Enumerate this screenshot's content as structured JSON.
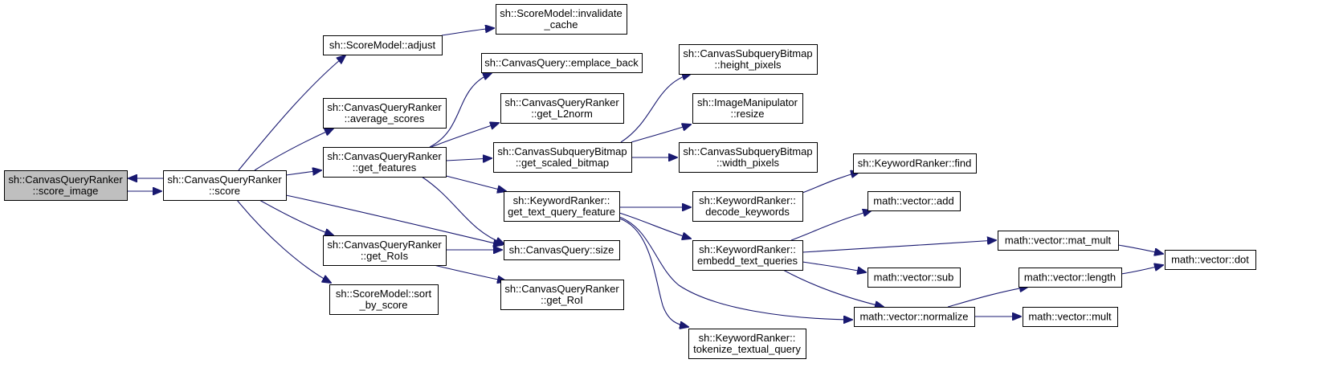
{
  "diagram": {
    "nodes": [
      {
        "id": "score_image",
        "lines": [
          "sh::CanvasQueryRanker",
          "::score_image"
        ],
        "highlighted": true
      },
      {
        "id": "score",
        "lines": [
          "sh::CanvasQueryRanker",
          "::score"
        ]
      },
      {
        "id": "adjust",
        "lines": [
          "sh::ScoreModel::adjust"
        ]
      },
      {
        "id": "invalidate_cache",
        "lines": [
          "sh::ScoreModel::invalidate",
          "_cache"
        ]
      },
      {
        "id": "average_scores",
        "lines": [
          "sh::CanvasQueryRanker",
          "::average_scores"
        ]
      },
      {
        "id": "get_features",
        "lines": [
          "sh::CanvasQueryRanker",
          "::get_features"
        ]
      },
      {
        "id": "emplace_back",
        "lines": [
          "sh::CanvasQuery::emplace_back"
        ]
      },
      {
        "id": "get_L2norm",
        "lines": [
          "sh::CanvasQueryRanker",
          "::get_L2norm"
        ]
      },
      {
        "id": "get_scaled_bitmap",
        "lines": [
          "sh::CanvasSubqueryBitmap",
          "::get_scaled_bitmap"
        ]
      },
      {
        "id": "height_pixels",
        "lines": [
          "sh::CanvasSubqueryBitmap",
          "::height_pixels"
        ]
      },
      {
        "id": "resize",
        "lines": [
          "sh::ImageManipulator",
          "::resize"
        ]
      },
      {
        "id": "width_pixels",
        "lines": [
          "sh::CanvasSubqueryBitmap",
          "::width_pixels"
        ]
      },
      {
        "id": "get_text_query_feature",
        "lines": [
          "sh::KeywordRanker::",
          "get_text_query_feature"
        ]
      },
      {
        "id": "decode_keywords",
        "lines": [
          "sh::KeywordRanker::",
          "decode_keywords"
        ]
      },
      {
        "id": "find",
        "lines": [
          "sh::KeywordRanker::find"
        ]
      },
      {
        "id": "embedd_text_queries",
        "lines": [
          "sh::KeywordRanker::",
          "embedd_text_queries"
        ]
      },
      {
        "id": "vec_add",
        "lines": [
          "math::vector::add"
        ]
      },
      {
        "id": "mat_mult",
        "lines": [
          "math::vector::mat_mult"
        ]
      },
      {
        "id": "dot",
        "lines": [
          "math::vector::dot"
        ]
      },
      {
        "id": "vec_sub",
        "lines": [
          "math::vector::sub"
        ]
      },
      {
        "id": "vec_length",
        "lines": [
          "math::vector::length"
        ]
      },
      {
        "id": "normalize",
        "lines": [
          "math::vector::normalize"
        ]
      },
      {
        "id": "vec_mult",
        "lines": [
          "math::vector::mult"
        ]
      },
      {
        "id": "tokenize",
        "lines": [
          "sh::KeywordRanker::",
          "tokenize_textual_query"
        ]
      },
      {
        "id": "cq_size",
        "lines": [
          "sh::CanvasQuery::size"
        ]
      },
      {
        "id": "get_RoIs",
        "lines": [
          "sh::CanvasQueryRanker",
          "::get_RoIs"
        ]
      },
      {
        "id": "get_RoI",
        "lines": [
          "sh::CanvasQueryRanker",
          "::get_RoI"
        ]
      },
      {
        "id": "sort_by_score",
        "lines": [
          "sh::ScoreModel::sort",
          "_by_score"
        ]
      }
    ],
    "edges": [
      {
        "from": "score_image",
        "to": "score"
      },
      {
        "from": "score",
        "to": "score_image"
      },
      {
        "from": "score",
        "to": "adjust"
      },
      {
        "from": "adjust",
        "to": "invalidate_cache"
      },
      {
        "from": "score",
        "to": "average_scores"
      },
      {
        "from": "score",
        "to": "get_features"
      },
      {
        "from": "score",
        "to": "cq_size"
      },
      {
        "from": "score",
        "to": "get_RoIs"
      },
      {
        "from": "score",
        "to": "sort_by_score"
      },
      {
        "from": "get_features",
        "to": "emplace_back"
      },
      {
        "from": "get_features",
        "to": "get_L2norm"
      },
      {
        "from": "get_features",
        "to": "get_scaled_bitmap"
      },
      {
        "from": "get_features",
        "to": "get_text_query_feature"
      },
      {
        "from": "get_features",
        "to": "cq_size"
      },
      {
        "from": "get_scaled_bitmap",
        "to": "height_pixels"
      },
      {
        "from": "get_scaled_bitmap",
        "to": "resize"
      },
      {
        "from": "get_scaled_bitmap",
        "to": "width_pixels"
      },
      {
        "from": "get_text_query_feature",
        "to": "decode_keywords"
      },
      {
        "from": "get_text_query_feature",
        "to": "embedd_text_queries"
      },
      {
        "from": "get_text_query_feature",
        "to": "normalize"
      },
      {
        "from": "get_text_query_feature",
        "to": "tokenize"
      },
      {
        "from": "decode_keywords",
        "to": "find"
      },
      {
        "from": "embedd_text_queries",
        "to": "vec_add"
      },
      {
        "from": "embedd_text_queries",
        "to": "mat_mult"
      },
      {
        "from": "embedd_text_queries",
        "to": "vec_sub"
      },
      {
        "from": "embedd_text_queries",
        "to": "normalize"
      },
      {
        "from": "mat_mult",
        "to": "dot"
      },
      {
        "from": "normalize",
        "to": "vec_length"
      },
      {
        "from": "normalize",
        "to": "vec_mult"
      },
      {
        "from": "vec_length",
        "to": "dot"
      },
      {
        "from": "get_RoIs",
        "to": "cq_size"
      },
      {
        "from": "get_RoIs",
        "to": "get_RoI"
      }
    ]
  },
  "colors": {
    "edge": "#191970",
    "node_fill": "#ffffff",
    "highlight_fill": "#bfbfbf",
    "border": "#000000"
  }
}
